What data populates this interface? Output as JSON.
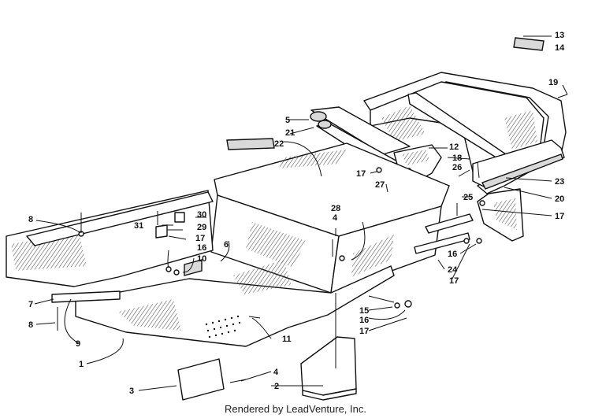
{
  "footer": {
    "credit": "Rendered by LeadVenture, Inc."
  },
  "callouts": [
    "1",
    "2",
    "3",
    "4",
    "4",
    "5",
    "6",
    "7",
    "8",
    "8",
    "9",
    "10",
    "11",
    "12",
    "13",
    "14",
    "15",
    "16",
    "16",
    "16",
    "17",
    "17",
    "17",
    "17",
    "17",
    "18",
    "19",
    "20",
    "21",
    "22",
    "23",
    "24",
    "25",
    "26",
    "27",
    "28",
    "29",
    "30",
    "31"
  ]
}
